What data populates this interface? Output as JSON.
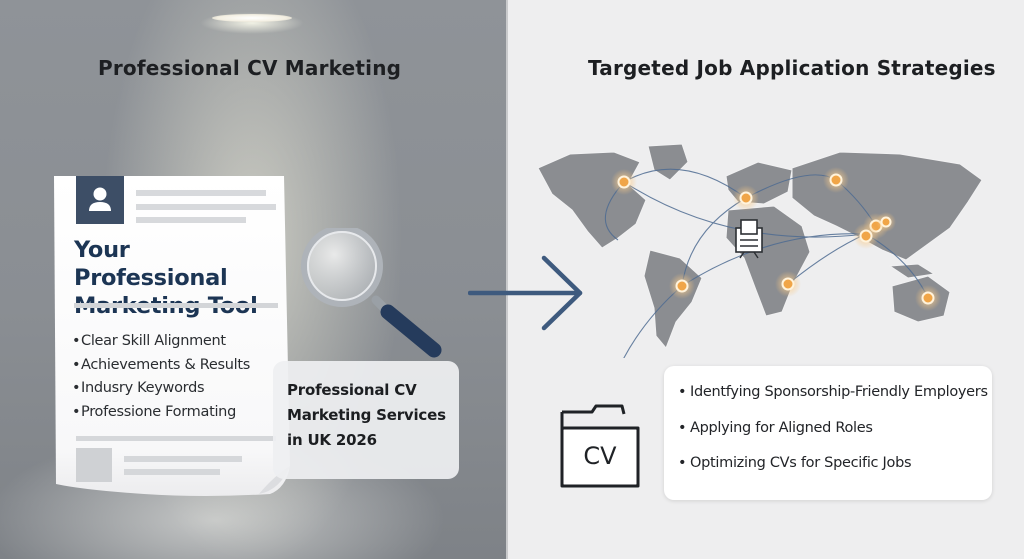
{
  "left_panel": {
    "title": "Professional CV Marketing",
    "cv_document": {
      "headline": "Your Professional Marketing Tool",
      "bullet_symbol": "•",
      "features": [
        "Clear Skill Alignment",
        "Achievements & Results",
        "Indusry Keywords",
        "Professione Formating"
      ],
      "avatar_icon": "person-icon"
    },
    "magnifier_icon": "magnifying-glass-icon",
    "service_card": {
      "text": "Professional CV Marketing Services in UK 2026"
    }
  },
  "arrow_icon": "arrow-right-icon",
  "right_panel": {
    "title": "Targeted Job Application Strategies",
    "map_icon": "world-map-icon",
    "hub_icon": "document-box-icon",
    "folder": {
      "icon": "cv-folder-icon",
      "label": "CV"
    },
    "strategies": [
      "Identfying Sponsorship-Friendly Employers",
      "Applying for Aligned Roles",
      "Optimizing CVs for Specific Jobs"
    ]
  },
  "colors": {
    "navy_accent": "#1c3554",
    "arrow_blue": "#3e5a7e",
    "marker_orange": "#f0a548",
    "left_background": "#8c9095",
    "right_background": "#eeeeef"
  }
}
